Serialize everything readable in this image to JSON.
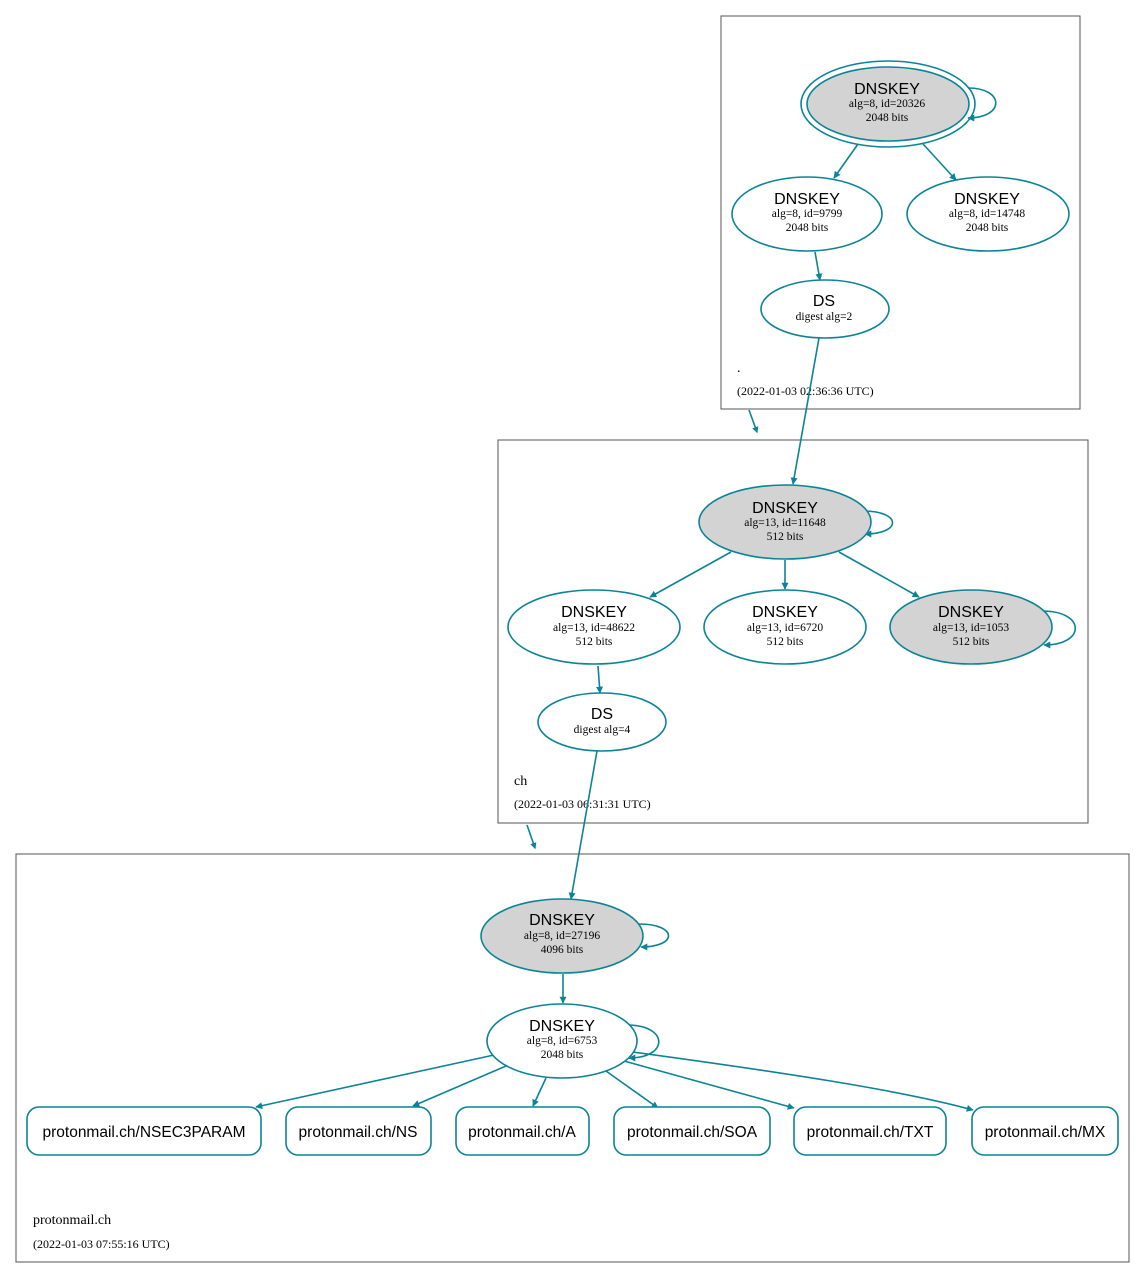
{
  "colors": {
    "edge": "#0a8496",
    "sep_fill": "#d3d3d3",
    "plain_fill": "#ffffff"
  },
  "zones": [
    {
      "id": "root",
      "name": ".",
      "time": "(2022-01-03 02:36:36 UTC)"
    },
    {
      "id": "ch",
      "name": "ch",
      "time": "(2022-01-03 06:31:31 UTC)"
    },
    {
      "id": "protonmail",
      "name": "protonmail.ch",
      "time": "(2022-01-03 07:55:16 UTC)"
    }
  ],
  "nodes": [
    {
      "id": "root_ksk",
      "title": "DNSKEY",
      "l1": "alg=8, id=20326",
      "l2": "2048 bits",
      "sep": true,
      "trust_anchor": true
    },
    {
      "id": "root_zsk1",
      "title": "DNSKEY",
      "l1": "alg=8, id=9799",
      "l2": "2048 bits",
      "sep": false
    },
    {
      "id": "root_zsk2",
      "title": "DNSKEY",
      "l1": "alg=8, id=14748",
      "l2": "2048 bits",
      "sep": false
    },
    {
      "id": "root_ds",
      "title": "DS",
      "l1": "digest alg=2",
      "l2": ""
    },
    {
      "id": "ch_ksk",
      "title": "DNSKEY",
      "l1": "alg=13, id=11648",
      "l2": "512 bits",
      "sep": true
    },
    {
      "id": "ch_zsk1",
      "title": "DNSKEY",
      "l1": "alg=13, id=48622",
      "l2": "512 bits",
      "sep": false
    },
    {
      "id": "ch_zsk2",
      "title": "DNSKEY",
      "l1": "alg=13, id=6720",
      "l2": "512 bits",
      "sep": false
    },
    {
      "id": "ch_ksk2",
      "title": "DNSKEY",
      "l1": "alg=13, id=1053",
      "l2": "512 bits",
      "sep": true
    },
    {
      "id": "ch_ds",
      "title": "DS",
      "l1": "digest alg=4",
      "l2": ""
    },
    {
      "id": "pm_ksk",
      "title": "DNSKEY",
      "l1": "alg=8, id=27196",
      "l2": "4096 bits",
      "sep": true
    },
    {
      "id": "pm_zsk",
      "title": "DNSKEY",
      "l1": "alg=8, id=6753",
      "l2": "2048 bits",
      "sep": false
    }
  ],
  "rrsets": [
    "protonmail.ch/NSEC3PARAM",
    "protonmail.ch/NS",
    "protonmail.ch/A",
    "protonmail.ch/SOA",
    "protonmail.ch/TXT",
    "protonmail.ch/MX"
  ]
}
